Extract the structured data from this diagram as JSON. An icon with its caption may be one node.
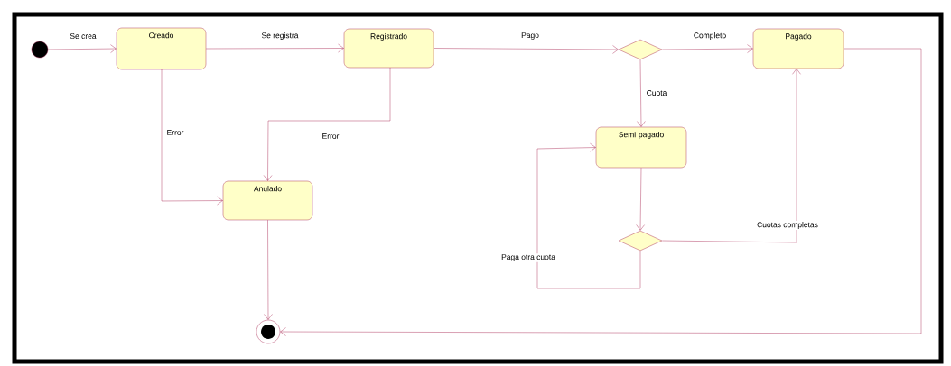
{
  "diagram": {
    "nodes": [
      {
        "text": [],
        "shape": "circle"
      },
      {
        "text": [
          "Creado"
        ]
      },
      {
        "text": [
          "Registrado"
        ]
      },
      {
        "text": [],
        "shape": "diamond"
      },
      {
        "text": [
          "Pagado"
        ]
      },
      {
        "text": [
          "Semi pagado"
        ]
      },
      {
        "text": [
          "Anulado"
        ]
      },
      {
        "text": [],
        "shape": "diamond"
      },
      {
        "text": [],
        "shape": "circle"
      }
    ],
    "edges": [
      {
        "from": 0,
        "to": 1,
        "arrow": "to",
        "label": "Se crea"
      },
      {
        "from": 1,
        "to": 2,
        "arrow": "to",
        "label": "Se registra"
      },
      {
        "from": 2,
        "to": 3,
        "arrow": "to",
        "label": "Pago"
      },
      {
        "from": 3,
        "to": 4,
        "arrow": "to",
        "label": "Completo"
      },
      {
        "from": 3,
        "to": 5,
        "arrow": "to",
        "label": "Cuota"
      },
      {
        "from": 1,
        "to": 6,
        "arrow": "to",
        "label": "Error"
      },
      {
        "from": 2,
        "to": 6,
        "arrow": "to",
        "label": "Error"
      },
      {
        "from": 5,
        "to": 7,
        "arrow": "to"
      },
      {
        "from": 7,
        "to": 4,
        "arrow": "to",
        "label": "Cuotas completas"
      },
      {
        "from": 7,
        "to": 5,
        "arrow": "to",
        "label": "Paga otra cuota"
      },
      {
        "from": 6,
        "to": 8,
        "arrow": "to"
      },
      {
        "from": 4,
        "to": 8,
        "arrow": "to"
      }
    ]
  }
}
